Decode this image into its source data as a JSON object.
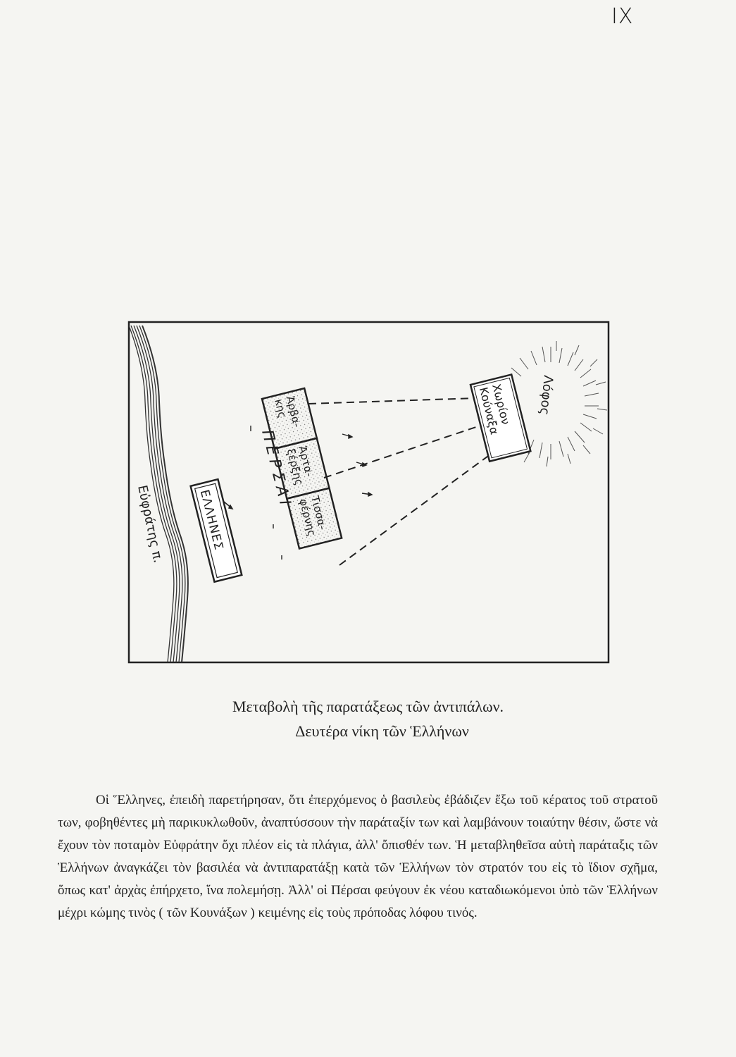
{
  "page_number": "IX",
  "map": {
    "river_label": "Εὐφράτης π.",
    "greeks_label": "ΕΛΛΗΝΕΣ",
    "persians_label": "ΠΕΡΣΑΙ",
    "persian_units": [
      "Ἀρβα-\nκης",
      "Ἀρτα-\nξέρξης",
      "Τισσα-\nφέρνης"
    ],
    "village_label": "Χωρίον\nΚούναξα",
    "hill_label": "Λόφος"
  },
  "caption": {
    "line1": "Μεταβολὴ τῆς παρατάξεως τῶν ἀντιπάλων.",
    "line2": "Δευτέρα νίκη τῶν Ἑλλήνων"
  },
  "body_text": "Οἱ Ἕλληνες, ἐπειδὴ παρετήρησαν, ὅτι ἐπερχόμενος ὁ βασιλεὺς ἐβάδιζεν ἔξω τοῦ κέρατος τοῦ στρατοῦ των, φοβηθέντες μὴ παρικυκλωθοῦν, ἀναπτύσσουν τὴν παράταξίν των καὶ λαμβάνουν τοιαύτην θέσιν, ὥστε νὰ ἔχουν τὸν ποταμὸν Εὐφράτην ὄχι πλέον εἰς τὰ πλάγια, ἀλλ' ὄπισθέν των. Ἡ μεταβληθεῖσα αὐτὴ παράταξις τῶν Ἑλλήνων ἀναγκάζει τὸν βασιλέα νὰ ἀντιπαρατάξῃ κατὰ τῶν Ἑλλήνων τὸν στρατόν του εἰς τὸ ἴδιον σχῆμα, ὅπως κατ' ἀρχὰς ἐπήρχετο, ἵνα πολεμήσῃ. Ἀλλ' οἱ Πέρσαι φεύγουν ἐκ νέου καταδιωκόμενοι ὑπὸ τῶν Ἑλλήνων μέχρι κώμης τινὸς ( τῶν Κουνάξων ) κειμένης εἰς τοὺς πρόποδας λόφου τινός."
}
